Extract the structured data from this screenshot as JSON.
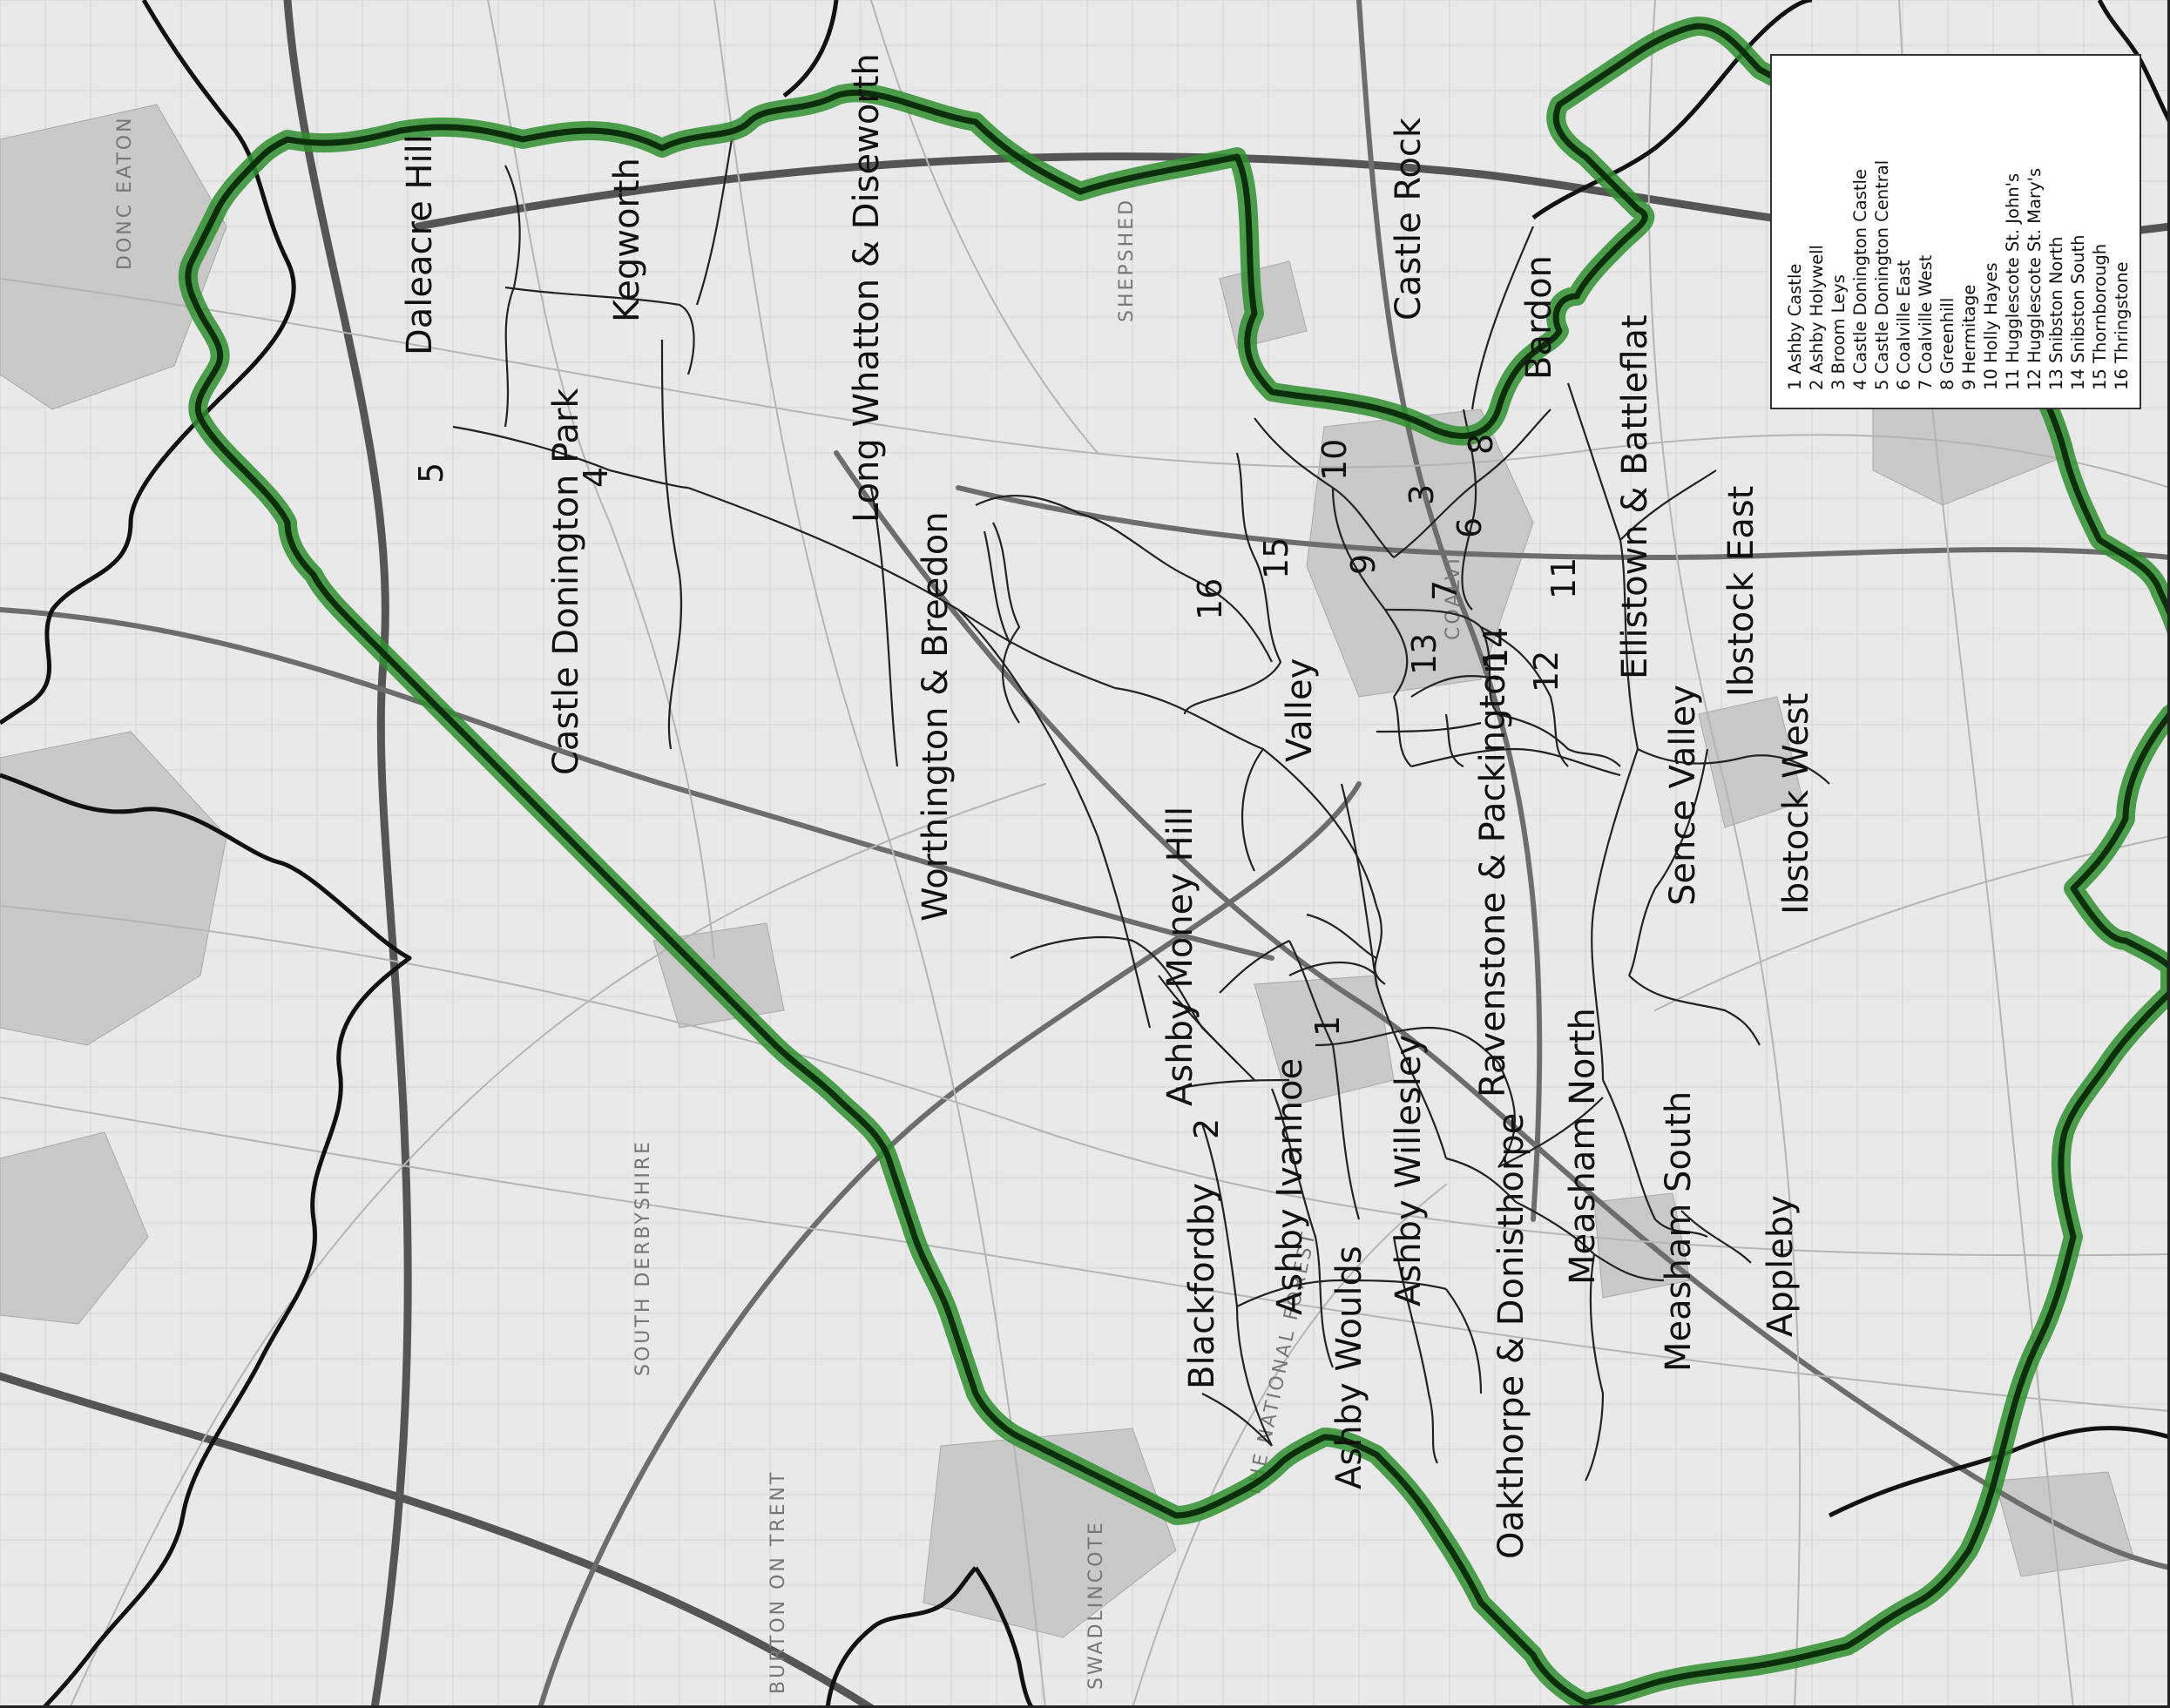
{
  "map": {
    "ward_labels": [
      {
        "id": "daleacre-hill",
        "text": "Daleacre Hill"
      },
      {
        "id": "kegworth",
        "text": "Kegworth"
      },
      {
        "id": "long-whatton",
        "text": "Long Whatton & Diseworth"
      },
      {
        "id": "castle-rock",
        "text": "Castle Rock"
      },
      {
        "id": "bardon",
        "text": "Bardon"
      },
      {
        "id": "ellistown",
        "text": "Ellistown & Battleflat"
      },
      {
        "id": "ibstock-east",
        "text": "Ibstock East"
      },
      {
        "id": "ibstock-west",
        "text": "Ibstock West"
      },
      {
        "id": "castle-donington-park",
        "text": "Castle Donington Park"
      },
      {
        "id": "worthington-breedon",
        "text": "Worthington & Breedon"
      },
      {
        "id": "valley",
        "text": "Valley"
      },
      {
        "id": "ravenstone-packington",
        "text": "Ravenstone & Packington"
      },
      {
        "id": "sence-valley",
        "text": "Sence Valley"
      },
      {
        "id": "ashby-money-hill",
        "text": "Ashby Money Hill"
      },
      {
        "id": "ashby-ivanhoe",
        "text": "Ashby Ivanhoe"
      },
      {
        "id": "ashby-willesley",
        "text": "Ashby Willesley"
      },
      {
        "id": "blackfordby",
        "text": "Blackfordby"
      },
      {
        "id": "ashby-woulds",
        "text": "Ashby Woulds"
      },
      {
        "id": "oakthorpe",
        "text": "Oakthorpe & Donisthorpe"
      },
      {
        "id": "measham-north",
        "text": "Measham North"
      },
      {
        "id": "measham-south",
        "text": "Measham South"
      },
      {
        "id": "appleby",
        "text": "Appleby"
      }
    ],
    "ward_numbers": [
      "1",
      "2",
      "3",
      "4",
      "5",
      "6",
      "7",
      "8",
      "9",
      "10",
      "11",
      "12",
      "13",
      "14",
      "15",
      "16"
    ],
    "background_text": [
      "DONC EATON",
      "SHEPSHED",
      "COALVI",
      "THE NATIONAL FOREST",
      "SOUTH DERBYSHIRE",
      "SWADLINCOTE",
      "BURTON ON TRENT"
    ]
  },
  "legend": {
    "items": [
      "1 Ashby Castle",
      "2 Ashby Holywell",
      "3 Broom Leys",
      "4 Castle Donington Castle",
      "5 Castle Donington Central",
      "6 Coalville East",
      "7 Coalville West",
      "8 Greenhill",
      "9 Hermitage",
      "10 Holly Hayes",
      "11 Hugglescote St. John's",
      "12 Hugglescote St. Mary's",
      "13 Snibston North",
      "14 Snibston South",
      "15 Thornborough",
      "16 Thringstone"
    ]
  },
  "colors": {
    "district_boundary": "#2f8f2f",
    "district_core": "#0b2e0b",
    "county_boundary": "#111111",
    "ward_boundary": "#222222"
  }
}
